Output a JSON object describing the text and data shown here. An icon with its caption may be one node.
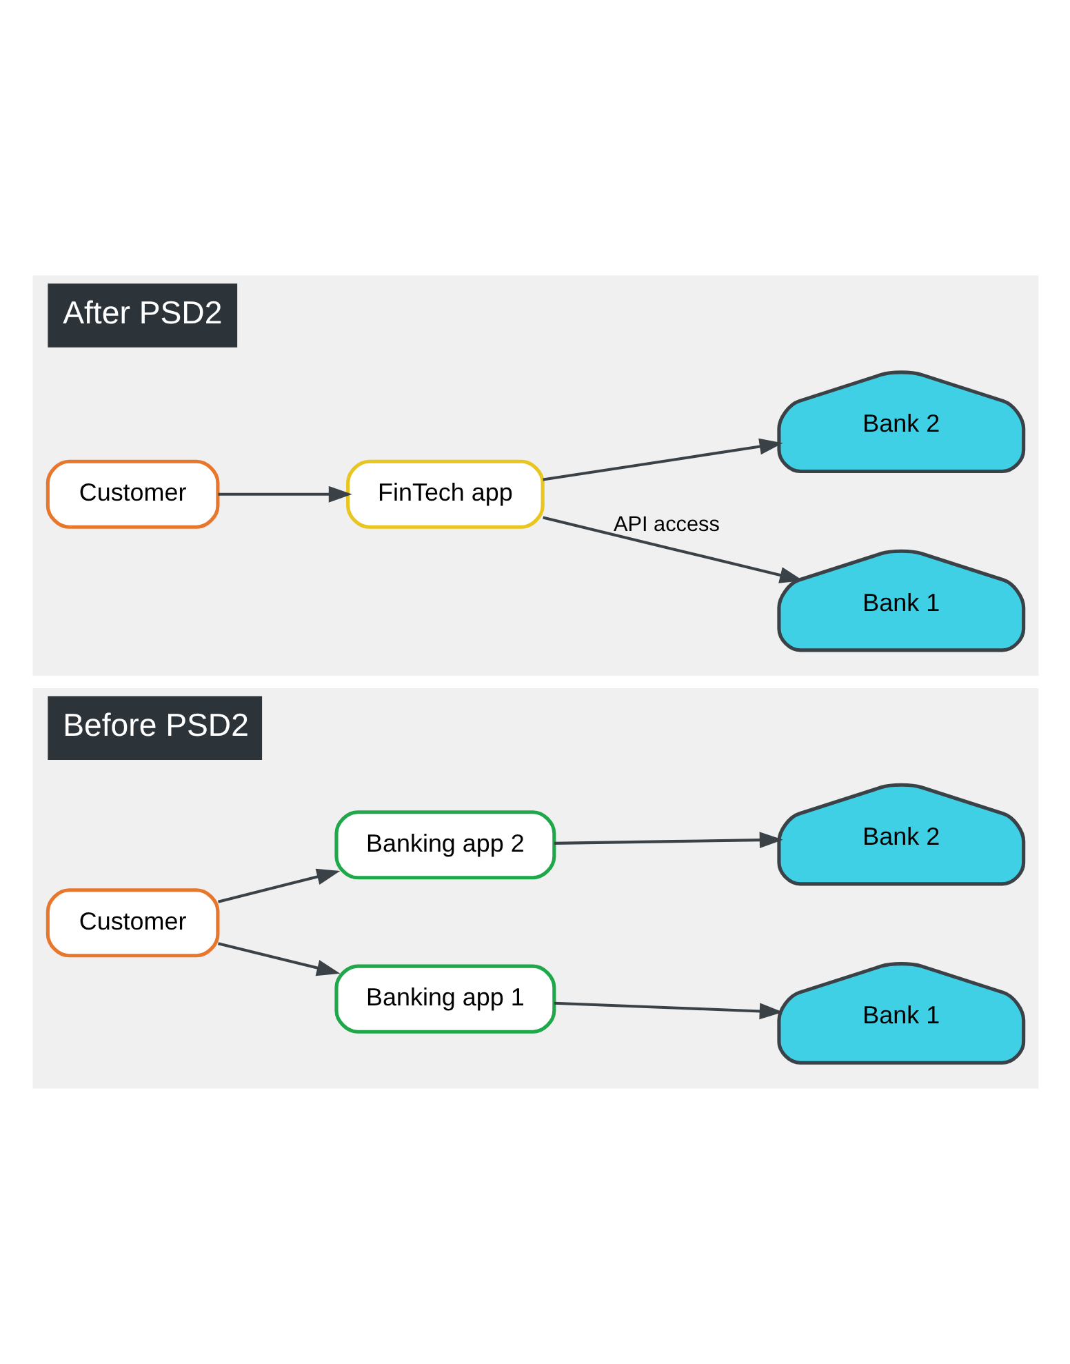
{
  "diagram": {
    "nodes": [
      {
        "text": [
          "Before PSD2"
        ]
      },
      {
        "text": [
          "Customer"
        ],
        "in": 0
      },
      {
        "text": [
          "Banking app 1"
        ],
        "in": 0
      },
      {
        "text": [
          "Banking app 2"
        ],
        "in": 0
      },
      {
        "text": [
          "Bank 1"
        ],
        "in": 0
      },
      {
        "text": [
          "Bank 2"
        ],
        "in": 0
      },
      {
        "text": [
          "After PSD2"
        ]
      },
      {
        "text": [
          "Customer"
        ],
        "in": 6
      },
      {
        "text": [
          "FinTech app"
        ],
        "in": 6
      },
      {
        "text": [
          "Bank 1"
        ],
        "in": 6
      },
      {
        "text": [
          "Bank 2"
        ],
        "in": 6
      }
    ],
    "edges": [
      {
        "from": 1,
        "to": 2,
        "arrow": "to"
      },
      {
        "from": 1,
        "to": 3,
        "arrow": "to"
      },
      {
        "from": 2,
        "to": 4,
        "arrow": "to"
      },
      {
        "from": 3,
        "to": 5,
        "arrow": "to"
      },
      {
        "from": 7,
        "to": 8,
        "arrow": "to"
      },
      {
        "from": 8,
        "to": 9,
        "arrow": "to",
        "label": "API access"
      },
      {
        "from": 8,
        "to": 10,
        "arrow": "to"
      }
    ]
  }
}
